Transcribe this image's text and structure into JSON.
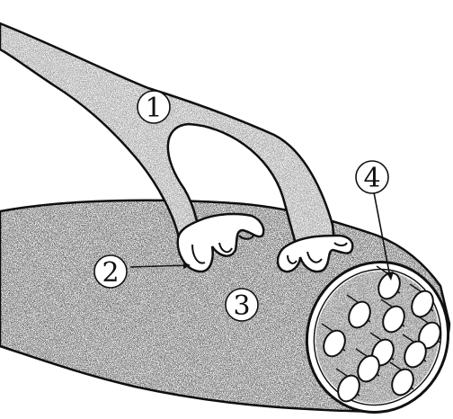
{
  "diagram": {
    "labels": [
      {
        "id": "1",
        "text": "1"
      },
      {
        "id": "2",
        "text": "2"
      },
      {
        "id": "3",
        "text": "3"
      },
      {
        "id": "4",
        "text": "4"
      }
    ]
  },
  "colors": {
    "ink": "#111111",
    "paper": "#ffffff",
    "stipple": "#3a3a3a",
    "fiber_interior": "#9a9a9a"
  },
  "icons": {
    "nerve": "nerve-fiber-shape",
    "muscle": "muscle-fiber-shape",
    "myofibril": "myofibril-circle-shape"
  }
}
